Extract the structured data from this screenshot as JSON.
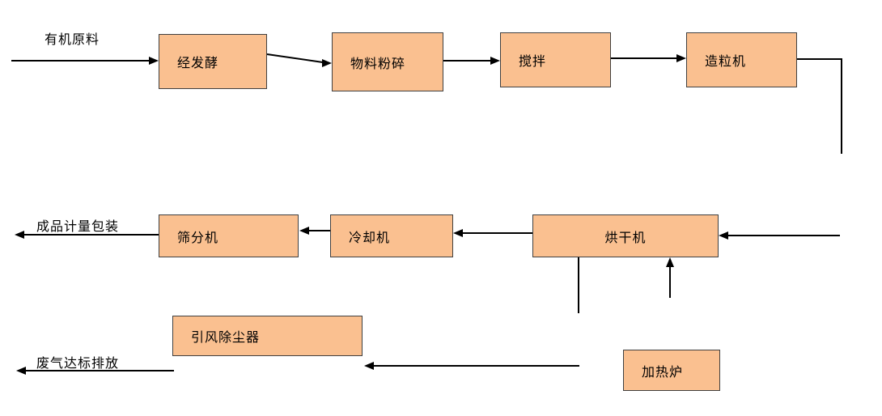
{
  "diagram": {
    "title": "organic-fertilizer-process-flow",
    "labels": {
      "input": "有机原料",
      "output_product": "成品计量包装",
      "output_gas": "废气达标排放"
    },
    "nodes": {
      "fermentation": "经发酵",
      "crushing": "物料粉碎",
      "mixing": "搅拌",
      "granulator": "造粒机",
      "screening": "筛分机",
      "cooling": "冷却机",
      "drying": "烘干机",
      "dust_collector": "引风除尘器",
      "furnace": "加热炉"
    },
    "colors": {
      "node_fill": "#FAC090",
      "node_border": "#404040",
      "arrow": "#000000",
      "page_bg": "#FFFFFF"
    }
  }
}
